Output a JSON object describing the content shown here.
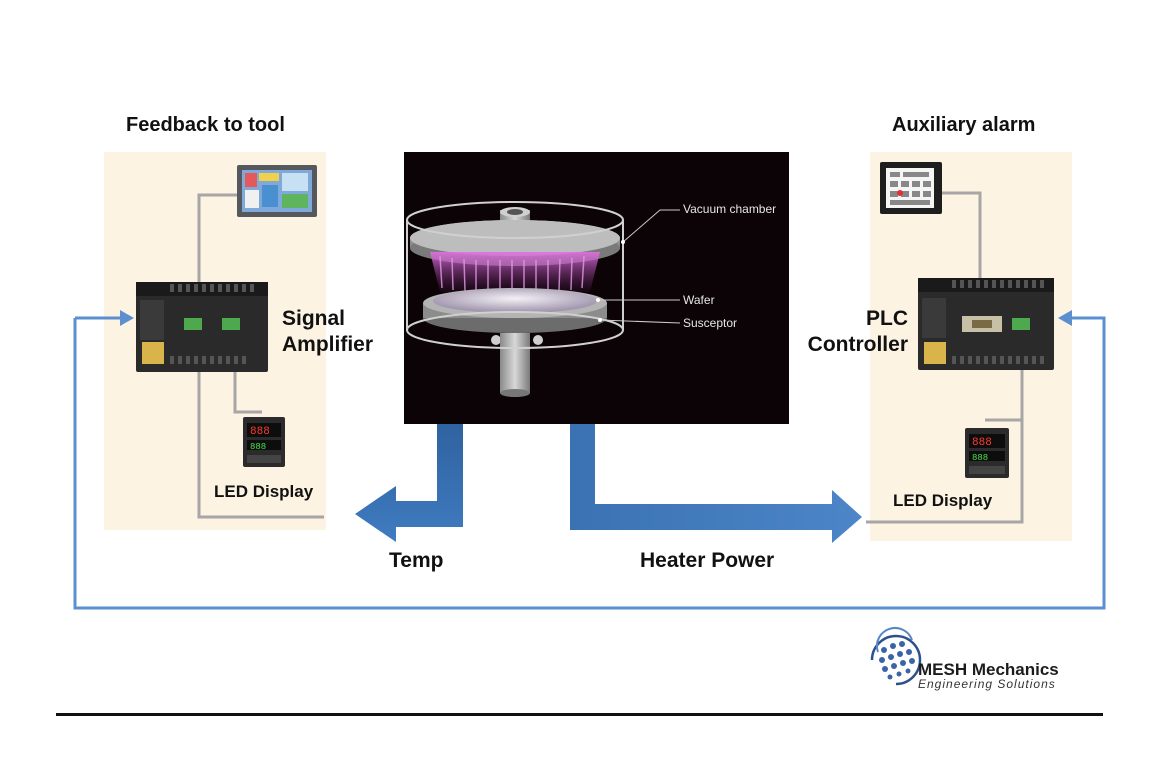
{
  "left_panel": {
    "title": "Feedback to tool",
    "device_label_line1": "Signal",
    "device_label_line2": "Amplifier",
    "display_label": "LED Display"
  },
  "right_panel": {
    "title": "Auxiliary alarm",
    "device_label_line1": "PLC",
    "device_label_line2": "Controller",
    "display_label": "LED Display"
  },
  "chamber": {
    "labels": {
      "vacuum_chamber": "Vacuum chamber",
      "wafer": "Wafer",
      "susceptor": "Susceptor"
    }
  },
  "flows": {
    "temp": "Temp",
    "heater_power": "Heater Power"
  },
  "logo": {
    "name": "MESH Mechanics",
    "tagline": "Engineering Solutions"
  },
  "colors": {
    "panel_bg": "#fdf3e3",
    "flow_arrow": "#3a72b3",
    "feedback_line": "#5b8fd0",
    "wire": "#a6a6a6",
    "chamber_bg": "#0b0306",
    "plasma": "#c060c0"
  }
}
